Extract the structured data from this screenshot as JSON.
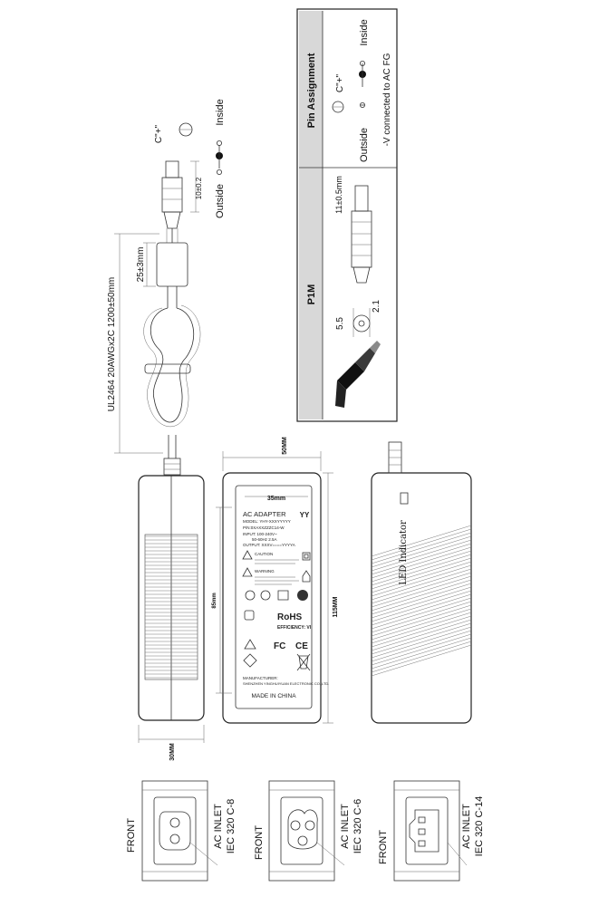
{
  "pin_table": {
    "header_pin": "Pin Assignment",
    "header_model": "P1M",
    "length_dim": "11±0.5mm",
    "dim_55": "5.5",
    "dim_21": "2.1",
    "polarity_symbol": "C\"+\"",
    "outside": "Outside",
    "inside": "Inside",
    "note": "-V connected to AC FG"
  },
  "cable": {
    "label": "UL2464 20AWGx2C 1200±50mm",
    "choke_dim": "25±3mm",
    "plug_dim": "10±0.2",
    "polarity_symbol": "C\"+\"",
    "outside": "Outside",
    "inside": "Inside"
  },
  "body": {
    "width_50": "50MM",
    "height_115": "115MM",
    "label_width": "35mm",
    "label_height": "85mm",
    "thickness": "30MM",
    "led": "LED Indicator"
  },
  "label": {
    "title": "AC ADAPTER",
    "model": "MODEL: YHY-XXXYYYYY",
    "pn": "P/N:0XAXXZZZC14-W",
    "input": "INPUT: 100-240V~",
    "freq": "50-60Hz 2.5A",
    "output": "OUTPUT: XXXV====YYYYA",
    "caution": "CAUTION",
    "warning": "WARNING",
    "rohs": "RoHS",
    "efficiency": "EFFICIENCY: VI",
    "fc": "FC",
    "ce": "CE",
    "manufacturer": "MANUFACTURER:",
    "company": "SHENZHEN YINGHUIYUAN ELECTRONIC CO.,LTD.",
    "made": "MADE IN CHINA"
  },
  "inlets": [
    {
      "front": "FRONT",
      "line1": "AC INLET",
      "line2": "IEC 320 C-8"
    },
    {
      "front": "FRONT",
      "line1": "AC INLET",
      "line2": "IEC 320 C-6"
    },
    {
      "front": "FRONT",
      "line1": "AC INLET",
      "line2": "IEC 320 C-14"
    }
  ]
}
